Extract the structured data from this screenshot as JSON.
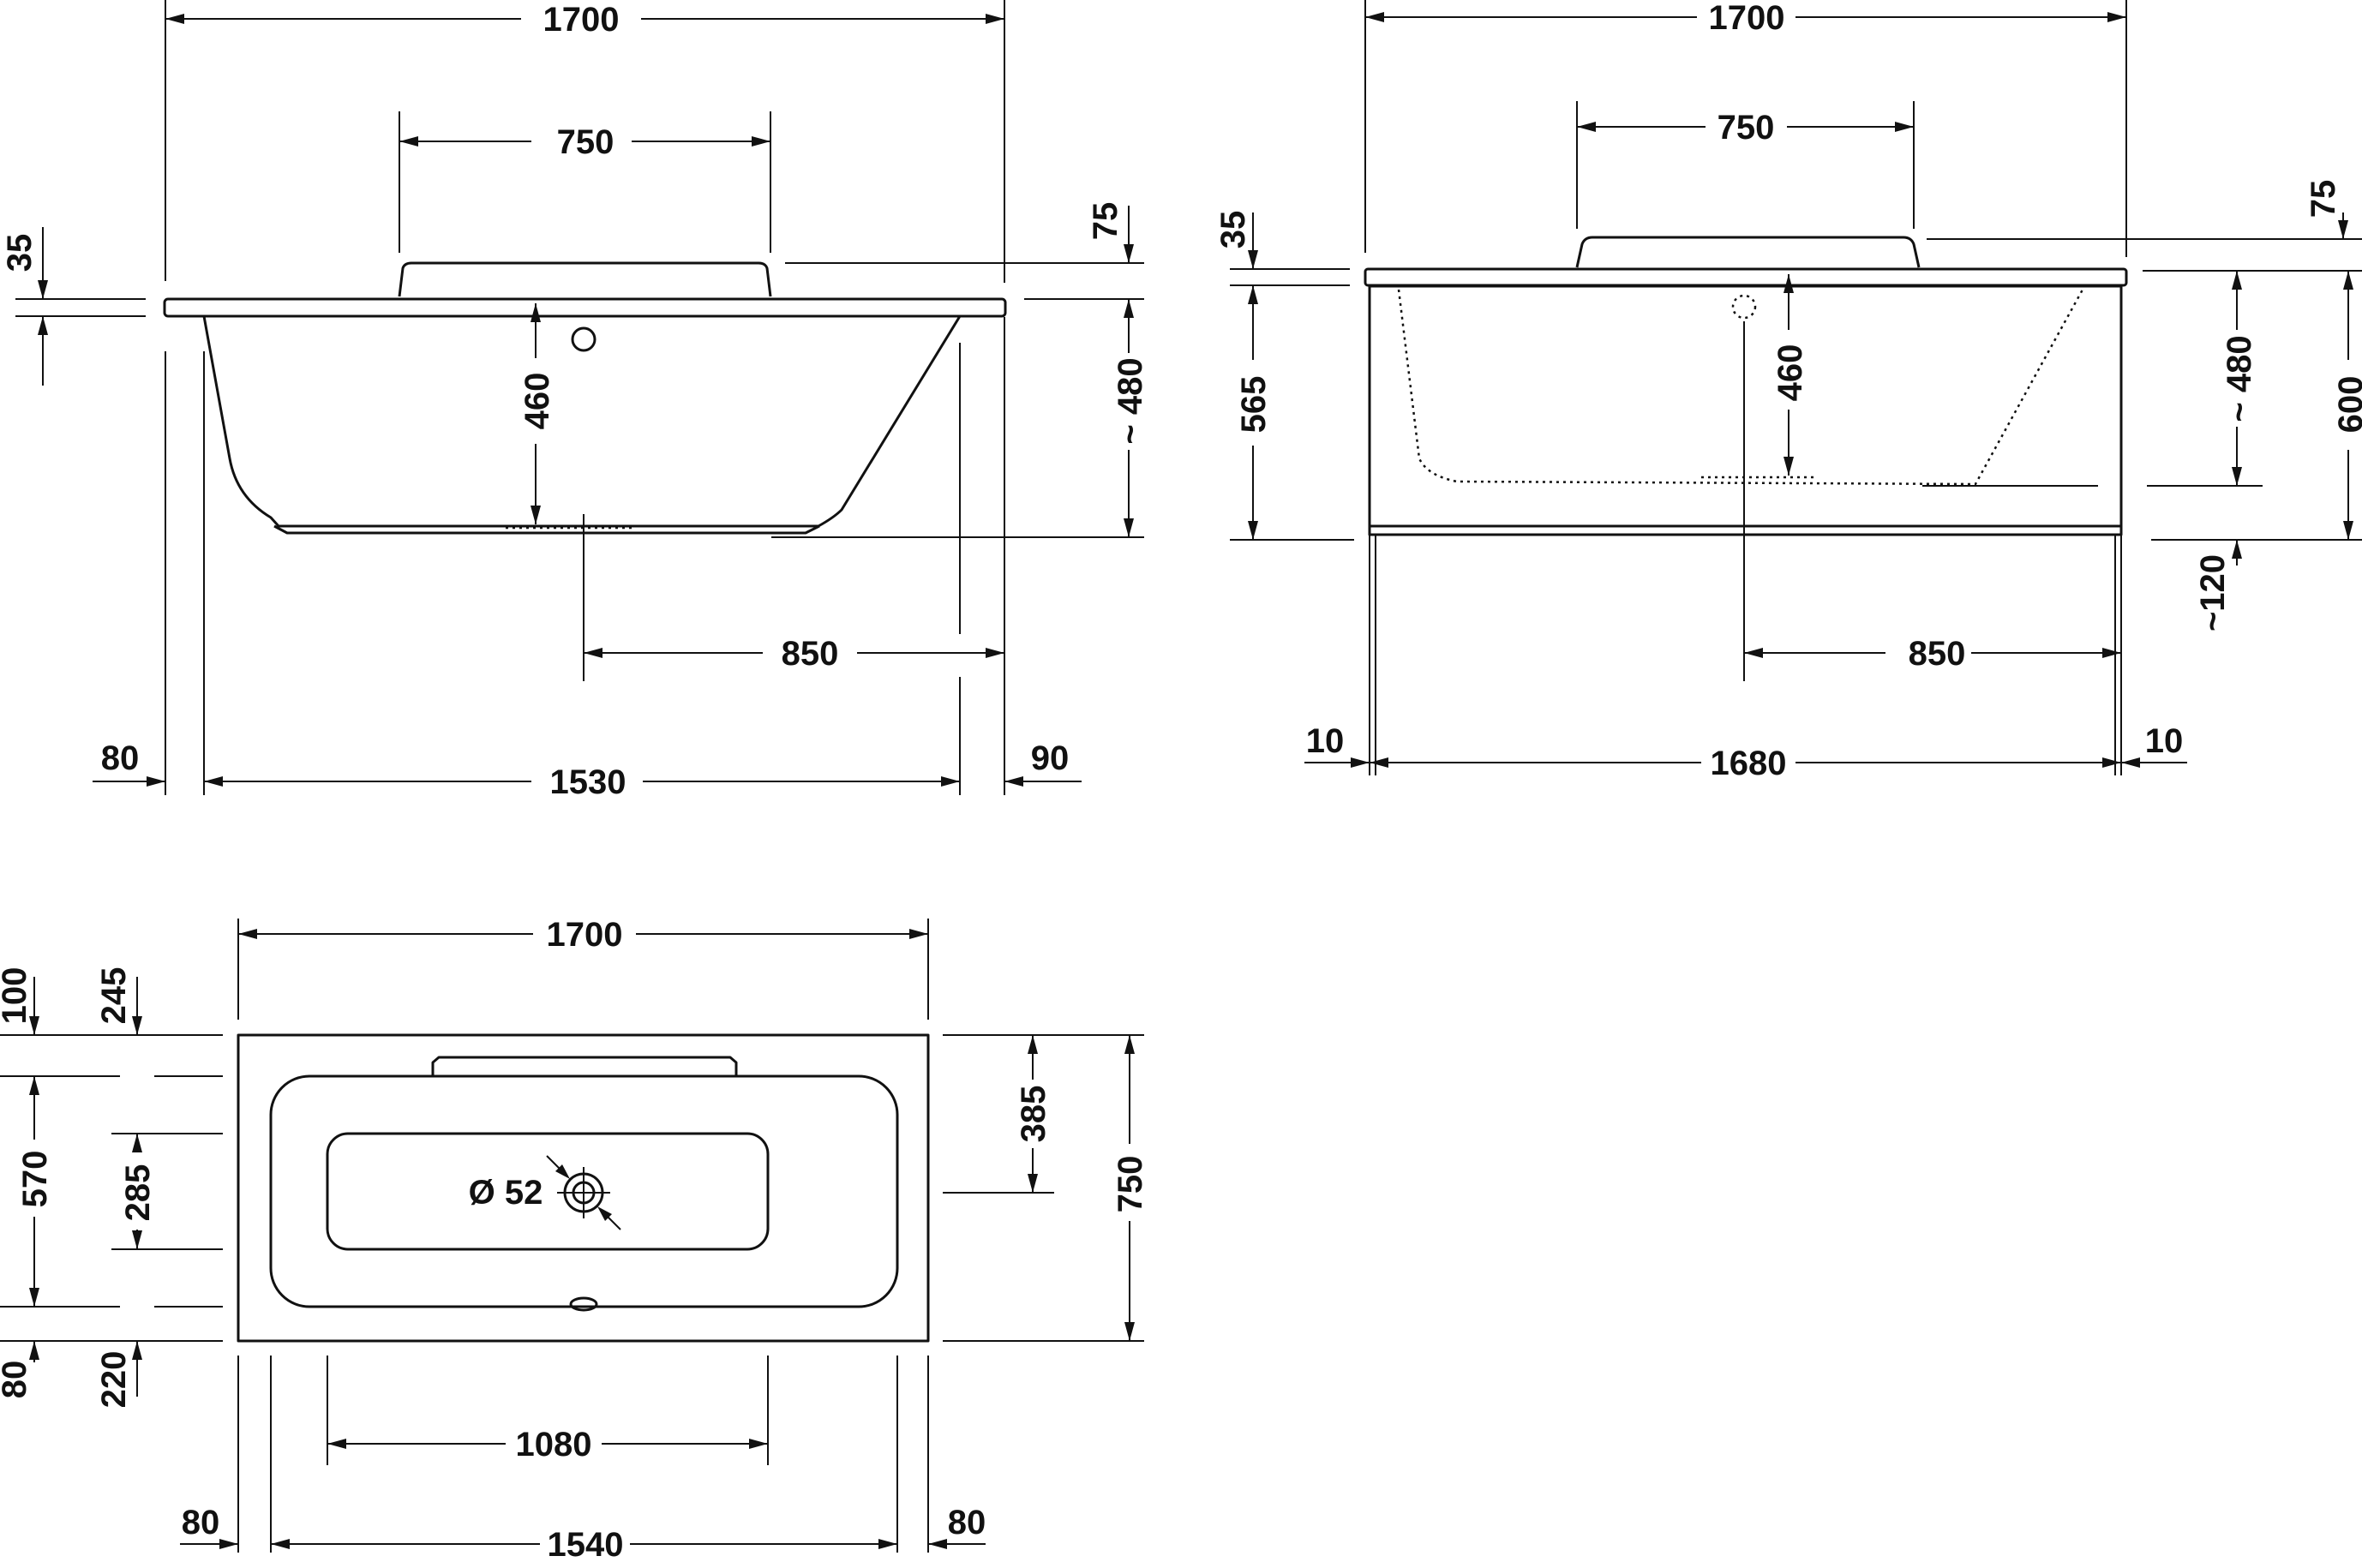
{
  "colors": {
    "line": "#111111",
    "background": "#ffffff"
  },
  "side_view": {
    "length_overall": "1700",
    "headrest_length": "750",
    "rim_thickness": "35",
    "headrest_height": "75",
    "inner_depth": "460",
    "overall_depth": "~ 480",
    "drain_from_end": "850",
    "left_offset": "80",
    "inner_bottom_length": "1530",
    "right_offset": "90"
  },
  "panel_view": {
    "length_overall": "1700",
    "headrest_length": "750",
    "rim_thickness": "35",
    "headrest_height": "75",
    "panel_height": "565",
    "inner_depth": "460",
    "overall_depth": "~ 480",
    "total_height": "600",
    "foot_height": "~120",
    "drain_from_end": "850",
    "left_gap": "10",
    "panel_length": "1680",
    "right_gap": "10"
  },
  "plan_view": {
    "length_overall": "1700",
    "top_offset_outer": "100",
    "top_offset_inner": "245",
    "inner_width": "570",
    "bottom_width": "285",
    "drain_position": "385",
    "width_overall": "750",
    "bottom_offset_outer": "80",
    "bottom_offset_inner": "220",
    "drain_diameter": "Ø 52",
    "bottom_length": "1080",
    "left_rim": "80",
    "inner_length": "1540",
    "right_rim": "80"
  }
}
